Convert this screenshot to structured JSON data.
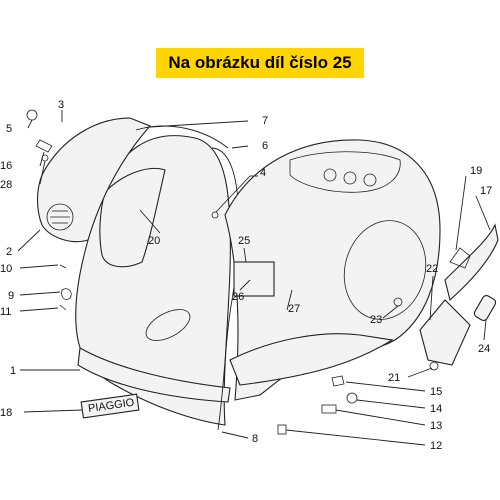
{
  "banner": {
    "text": "Na obrázku díl číslo 25",
    "color": "#ffd400"
  },
  "badge_text": "PIAGGIO",
  "callouts": [
    "1",
    "2",
    "3",
    "4",
    "5",
    "6",
    "7",
    "8",
    "9",
    "10",
    "11",
    "12",
    "13",
    "14",
    "15",
    "16",
    "17",
    "18",
    "19",
    "20",
    "21",
    "22",
    "23",
    "24",
    "25",
    "26",
    "27",
    "28"
  ]
}
